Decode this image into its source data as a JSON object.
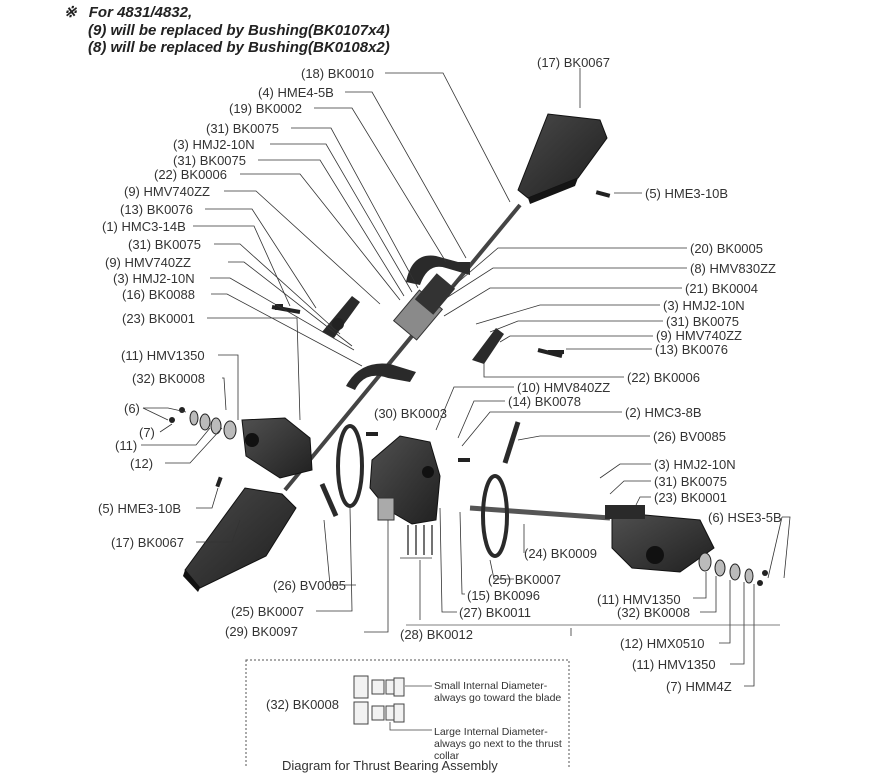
{
  "note": {
    "symbol": "※",
    "line1": "For 4831/4832,",
    "line2": "(9) will be replaced by Bushing(BK0107x4)",
    "line3": "(8) will be replaced by Bushing(BK0108x2)"
  },
  "labels": {
    "l18": "(18) BK0010",
    "l17a": "(17) BK0067",
    "l4": "(4) HME4-5B",
    "l19": "(19) BK0002",
    "l31a": "(31) BK0075",
    "l3a": "(3) HMJ2-10N",
    "l31b": "(31) BK0075",
    "l22a": "(22) BK0006",
    "l9a": "(9) HMV740ZZ",
    "l13a": "(13) BK0076",
    "l1": "(1) HMC3-14B",
    "l31c": "(31) BK0075",
    "l9b": "(9) HMV740ZZ",
    "l3b": "(3) HMJ2-10N",
    "l16": "(16) BK0088",
    "l23a": "(23) BK0001",
    "l5a": "(5) HME3-10B",
    "l20": "(20) BK0005",
    "l8": "(8) HMV830ZZ",
    "l21": "(21) BK0004",
    "l3c": "(3) HMJ2-10N",
    "l31d": "(31) BK0075",
    "l9c": "(9) HMV740ZZ",
    "l13b": "(13) BK0076",
    "l22b": "(22) BK0006",
    "l11a": "(11) HMV1350",
    "l32a": "(32) BK0008",
    "l6a": "(6)",
    "l7a": "(7)",
    "l11b": "(11)",
    "l12a": "(12)",
    "l10": "(10) HMV840ZZ",
    "l14": "(14) BK0078",
    "l30": "(30) BK0003",
    "l2": "(2) HMC3-8B",
    "l26a": "(26) BV0085",
    "l3d": "(3) HMJ2-10N",
    "l31e": "(31) BK0075",
    "l23b": "(23) BK0001",
    "l5b": "(5) HME3-10B",
    "l6b": "(6) HSE3-5B",
    "l17b": "(17) BK0067",
    "l24": "(24) BK0009",
    "l26b": "(26) BV0085",
    "l25a": "(25) BK0007",
    "l15": "(15) BK0096",
    "l11c": "(11) HMV1350",
    "l32b": "(32) BK0008",
    "l25b": "(25) BK0007",
    "l27": "(27) BK0011",
    "l29": "(29) BK0097",
    "l28": "(28) BK0012",
    "l12b": "(12) HMX0510",
    "l11d": "(11) HMV1350",
    "l7b": "(7) HMM4Z"
  },
  "inset": {
    "part": "(32) BK0008",
    "small_line1": "Small Internal Diameter-",
    "small_line2": "always go toward the blade",
    "large_line1": "Large Internal Diameter-",
    "large_line2": "always go next to the thrust",
    "large_line3": "collar",
    "caption_partial": "Diagram for Thrust Bearing Assembly"
  },
  "colors": {
    "part_dark": "#2e2e2e",
    "part_mid": "#555555",
    "leader": "#333333"
  }
}
